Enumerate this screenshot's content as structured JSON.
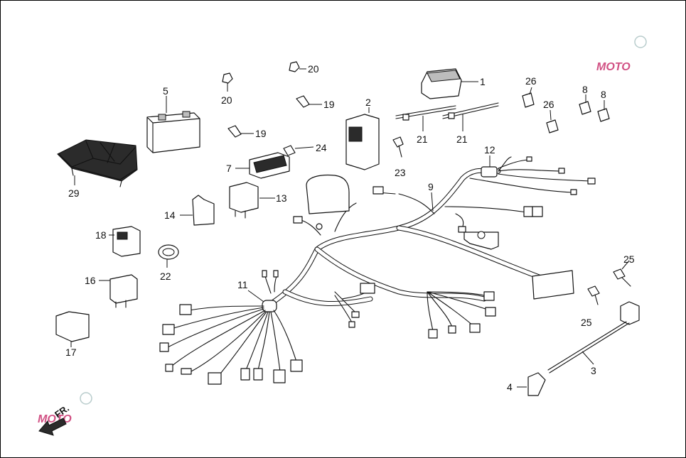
{
  "labels": {
    "p1": "1",
    "p2": "2",
    "p3": "3",
    "p4": "4",
    "p5": "5",
    "p7": "7",
    "p8a": "8",
    "p8b": "8",
    "p9": "9",
    "p11": "11",
    "p12": "12",
    "p13": "13",
    "p14": "14",
    "p16": "16",
    "p17": "17",
    "p18": "18",
    "p19a": "19",
    "p19b": "19",
    "p20a": "20",
    "p20b": "20",
    "p21a": "21",
    "p21b": "21",
    "p22": "22",
    "p23": "23",
    "p24": "24",
    "p25a": "25",
    "p25b": "25",
    "p26a": "26",
    "p26b": "26",
    "p29": "29"
  },
  "direction": {
    "label": "FR."
  },
  "watermark": {
    "text": "MOTO"
  },
  "colors": {
    "line": "#111111",
    "watermark": "#c2185b"
  }
}
